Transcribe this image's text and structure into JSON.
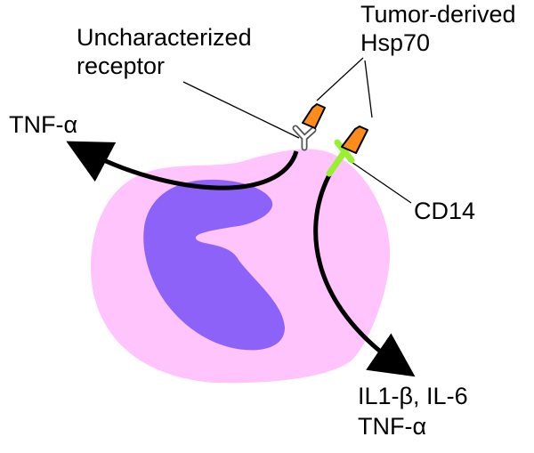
{
  "labels": {
    "uncharacterized_receptor_line1": "Uncharacterized",
    "uncharacterized_receptor_line2": "receptor",
    "tumor_derived_line1": "Tumor-derived",
    "tumor_derived_line2": "Hsp70",
    "tnf_alpha_left": "TNF-α",
    "cd14": "CD14",
    "cytokines_line1": "IL1-β, IL-6",
    "cytokines_line2": "TNF-α"
  },
  "colors": {
    "cell_membrane": "#ffc4fc",
    "nucleus": "#8c62f8",
    "hsp70": "#ff8c1a",
    "cd14": "#99f033",
    "receptor": "#ffffff",
    "arrows": "#000000"
  }
}
